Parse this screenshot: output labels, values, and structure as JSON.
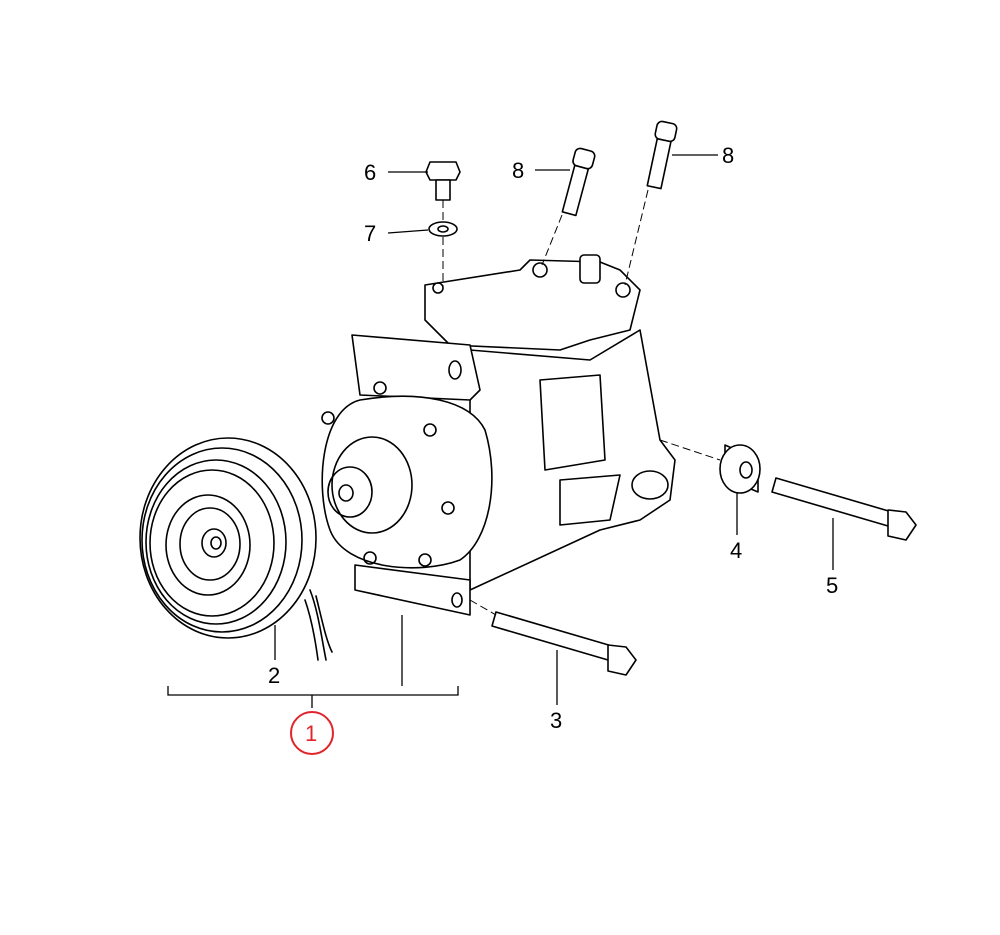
{
  "diagram": {
    "callouts": {
      "c1": "1",
      "c2": "2",
      "c3": "3",
      "c4": "4",
      "c5": "5",
      "c6": "6",
      "c7": "7",
      "c8a": "8",
      "c8b": "8"
    },
    "highlight_color": "#e0242b",
    "highlighted_callout": "1"
  }
}
